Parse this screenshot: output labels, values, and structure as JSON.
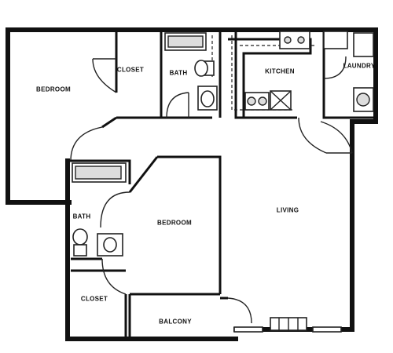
{
  "rooms": {
    "bedroom_1": "BEDROOM",
    "closet_1": "CLOSET",
    "bath_1": "BATH",
    "kitchen": "KITCHEN",
    "laundry": "LAUNDRY",
    "bath_2": "BATH",
    "bedroom_2": "BEDROOM",
    "living": "LIVING",
    "closet_2": "CLOSET",
    "balcony": "BALCONY"
  }
}
